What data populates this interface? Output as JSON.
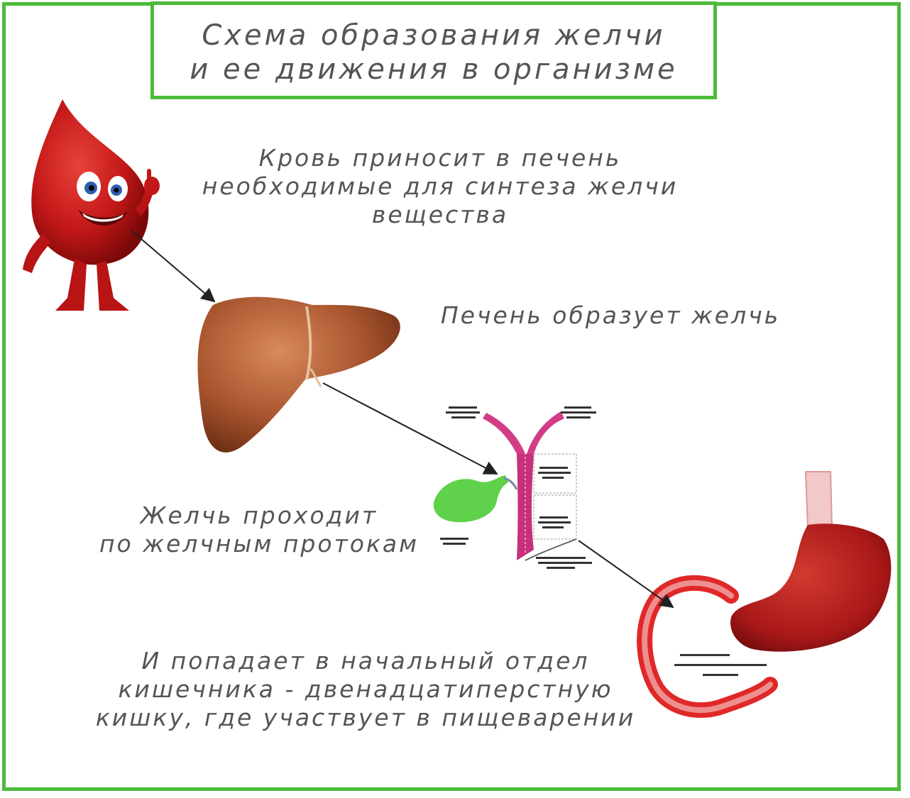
{
  "title": {
    "line1": "Схема образования желчи",
    "line2": "и ее движения в организме"
  },
  "steps": {
    "blood": [
      "Кровь приносит в печень",
      "необходимые для синтеза желчи",
      "вещества"
    ],
    "liver": [
      "Печень образует желчь"
    ],
    "ducts": [
      "Желчь проходит",
      "по желчным протокам"
    ],
    "intestine": [
      "И попадает в начальный отдел",
      "кишечника - двенадцатиперстную",
      "кишку, где участвует в пищеварении"
    ]
  },
  "colors": {
    "frame": "#4cbb3a",
    "text": "#555555",
    "blood": "#c21818",
    "liver": "#a8552e",
    "gallbladder": "#5fd14a",
    "duct": "#c8307a",
    "stomach": "#b82020"
  },
  "icons": [
    "blood-drop-character-icon",
    "liver-icon",
    "bile-duct-diagram-icon",
    "stomach-duodenum-icon"
  ]
}
